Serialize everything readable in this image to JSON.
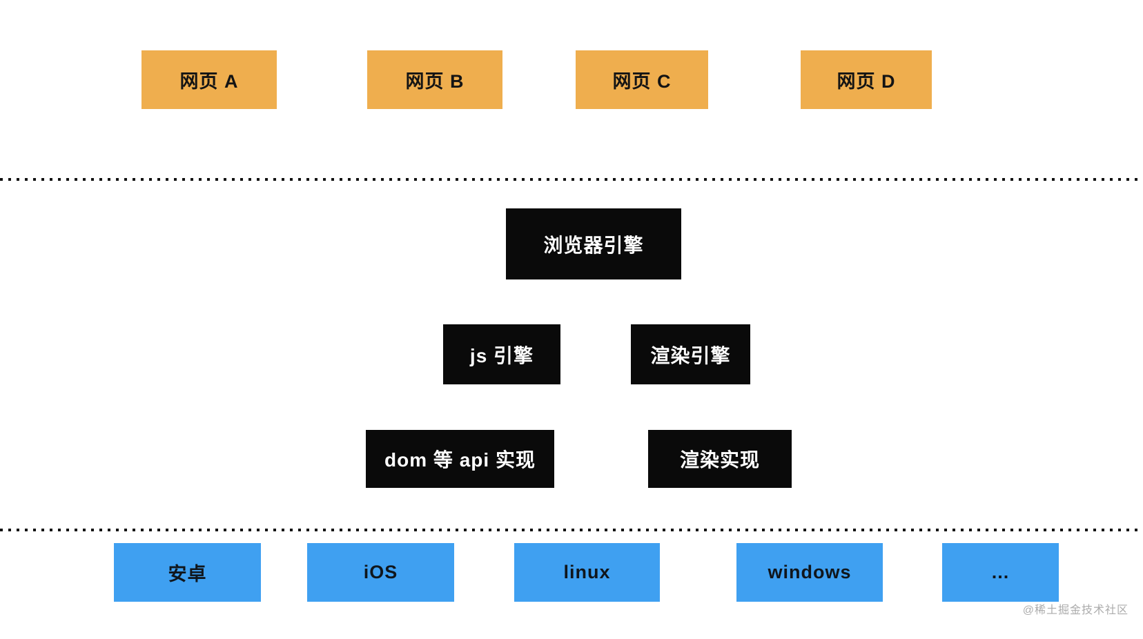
{
  "diagram": {
    "web_pages": [
      {
        "label": "网页 A"
      },
      {
        "label": "网页 B"
      },
      {
        "label": "网页 C"
      },
      {
        "label": "网页 D"
      }
    ],
    "browser_engine": {
      "label": "浏览器引擎"
    },
    "engine_row": [
      {
        "label": "js 引擎"
      },
      {
        "label": "渲染引擎"
      }
    ],
    "impl_row": [
      {
        "label": "dom 等 api 实现"
      },
      {
        "label": "渲染实现"
      }
    ],
    "platforms": [
      {
        "label": "安卓"
      },
      {
        "label": "iOS"
      },
      {
        "label": "linux"
      },
      {
        "label": "windows"
      },
      {
        "label": "..."
      }
    ],
    "watermark": "@稀土掘金技术社区",
    "colors": {
      "webpage_bg": "#EFAE4E",
      "engine_bg": "#0a0a0a",
      "platform_bg": "#3FA0F1",
      "divider": "#111111",
      "watermark_text": "#ababab"
    }
  }
}
